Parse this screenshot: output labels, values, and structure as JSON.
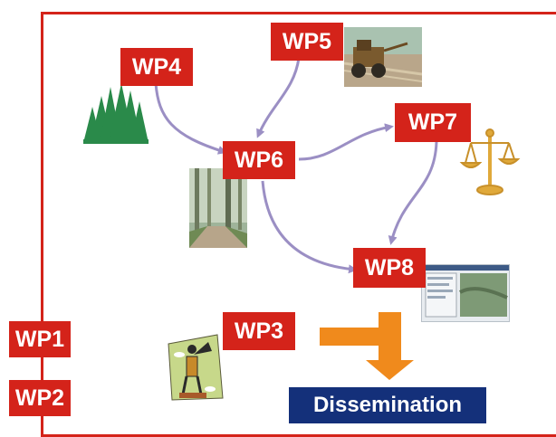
{
  "work_packages": {
    "wp1": "WP1",
    "wp2": "WP2",
    "wp3": "WP3",
    "wp4": "WP4",
    "wp5": "WP5",
    "wp6": "WP6",
    "wp7": "WP7",
    "wp8": "WP8"
  },
  "dissemination_label": "Dissemination",
  "colors": {
    "box_red": "#d4231a",
    "arrow_purple": "#9b8fc4",
    "dissemination_blue": "#14307a",
    "orange_arrow": "#f08a1c",
    "forest_green": "#2a8a4a"
  },
  "icons": [
    "forest-icon",
    "forestry-machine-photo",
    "forest-road-photo",
    "scales-of-justice-icon",
    "software-screenshot",
    "town-crier-icon"
  ],
  "flows": [
    {
      "from": "WP4",
      "to": "WP6"
    },
    {
      "from": "WP5",
      "to": "WP6"
    },
    {
      "from": "WP6",
      "to": "WP7"
    },
    {
      "from": "WP6",
      "to": "WP8"
    },
    {
      "from": "WP7",
      "to": "WP8"
    },
    {
      "from": "WP3",
      "to": "Dissemination"
    }
  ]
}
